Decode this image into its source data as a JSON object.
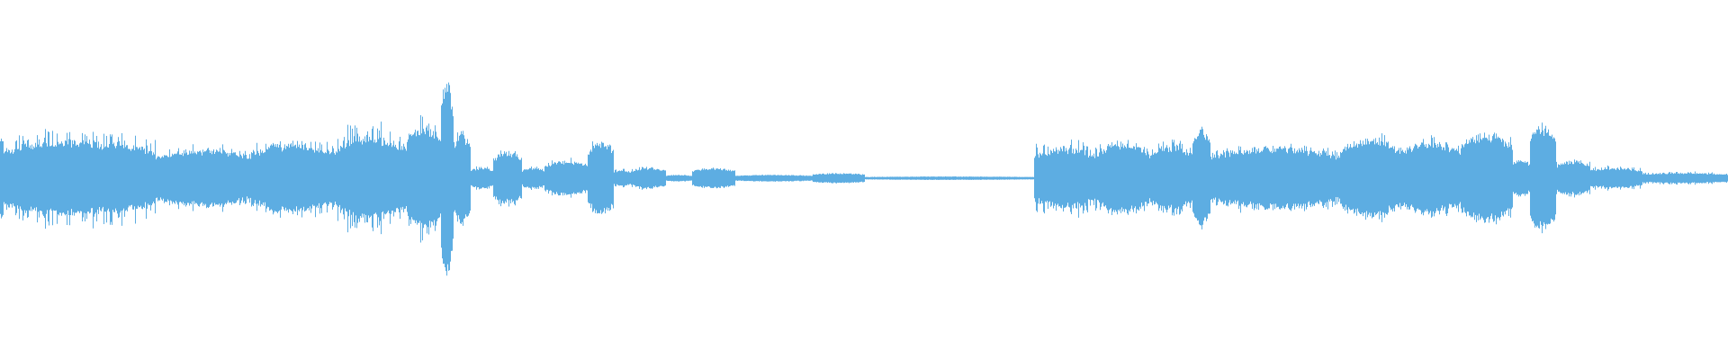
{
  "waveform": {
    "color": "#5dade2",
    "background": "#ffffff",
    "segments": [
      {
        "from": 0.0,
        "to": 0.09,
        "amp": 0.22,
        "spiky": 0.08
      },
      {
        "from": 0.09,
        "to": 0.145,
        "amp": 0.17,
        "spiky": 0.03
      },
      {
        "from": 0.145,
        "to": 0.195,
        "amp": 0.2,
        "spiky": 0.05
      },
      {
        "from": 0.195,
        "to": 0.235,
        "amp": 0.24,
        "spiky": 0.1
      },
      {
        "from": 0.235,
        "to": 0.255,
        "amp": 0.31,
        "spiky": 0.07
      },
      {
        "from": 0.255,
        "to": 0.262,
        "amp": 0.57,
        "spiky": 0.02
      },
      {
        "from": 0.262,
        "to": 0.272,
        "amp": 0.26,
        "spiky": 0.04
      },
      {
        "from": 0.272,
        "to": 0.285,
        "amp": 0.06,
        "spiky": 0.02
      },
      {
        "from": 0.285,
        "to": 0.302,
        "amp": 0.15,
        "spiky": 0.02
      },
      {
        "from": 0.302,
        "to": 0.315,
        "amp": 0.06,
        "spiky": 0.01
      },
      {
        "from": 0.315,
        "to": 0.34,
        "amp": 0.1,
        "spiky": 0.02
      },
      {
        "from": 0.34,
        "to": 0.355,
        "amp": 0.22,
        "spiky": 0.02
      },
      {
        "from": 0.355,
        "to": 0.365,
        "amp": 0.05,
        "spiky": 0.01
      },
      {
        "from": 0.365,
        "to": 0.385,
        "amp": 0.06,
        "spiky": 0.01
      },
      {
        "from": 0.385,
        "to": 0.4,
        "amp": 0.02,
        "spiky": 0.0
      },
      {
        "from": 0.4,
        "to": 0.425,
        "amp": 0.06,
        "spiky": 0.0
      },
      {
        "from": 0.425,
        "to": 0.47,
        "amp": 0.02,
        "spiky": 0.0
      },
      {
        "from": 0.47,
        "to": 0.5,
        "amp": 0.03,
        "spiky": 0.0
      },
      {
        "from": 0.5,
        "to": 0.598,
        "amp": 0.01,
        "spiky": 0.0
      },
      {
        "from": 0.598,
        "to": 0.635,
        "amp": 0.18,
        "spiky": 0.07
      },
      {
        "from": 0.635,
        "to": 0.665,
        "amp": 0.21,
        "spiky": 0.04
      },
      {
        "from": 0.665,
        "to": 0.69,
        "amp": 0.19,
        "spiky": 0.05
      },
      {
        "from": 0.69,
        "to": 0.7,
        "amp": 0.29,
        "spiky": 0.02
      },
      {
        "from": 0.7,
        "to": 0.775,
        "amp": 0.18,
        "spiky": 0.03
      },
      {
        "from": 0.775,
        "to": 0.81,
        "amp": 0.23,
        "spiky": 0.04
      },
      {
        "from": 0.81,
        "to": 0.845,
        "amp": 0.21,
        "spiky": 0.04
      },
      {
        "from": 0.845,
        "to": 0.875,
        "amp": 0.26,
        "spiky": 0.05
      },
      {
        "from": 0.875,
        "to": 0.885,
        "amp": 0.11,
        "spiky": 0.01
      },
      {
        "from": 0.885,
        "to": 0.9,
        "amp": 0.31,
        "spiky": 0.03
      },
      {
        "from": 0.9,
        "to": 0.92,
        "amp": 0.1,
        "spiky": 0.02
      },
      {
        "from": 0.92,
        "to": 0.95,
        "amp": 0.06,
        "spiky": 0.02
      },
      {
        "from": 0.95,
        "to": 1.0,
        "amp": 0.03,
        "spiky": 0.01
      }
    ]
  }
}
